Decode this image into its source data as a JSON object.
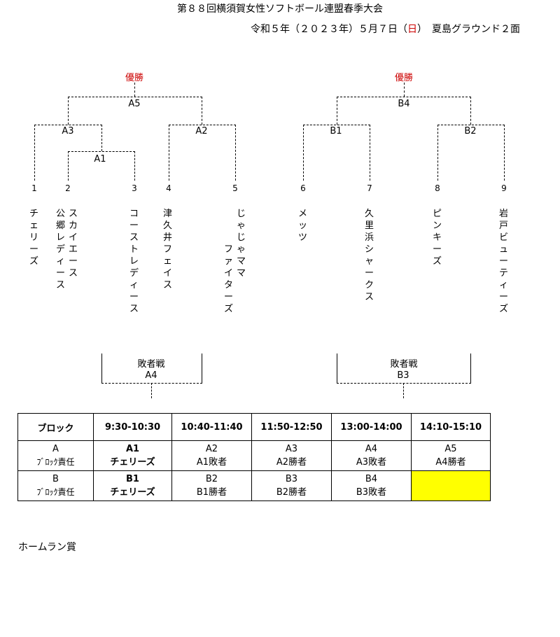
{
  "header": {
    "title": "第８８回横須賀女性ソフトボール連盟春季大会",
    "date_prefix": "令和５年（２０２３年）５月７日（",
    "date_day": "日",
    "date_suffix": "）　夏島グラウンド２面"
  },
  "bracket": {
    "winner_label": "優勝",
    "losers_label": "敗者戦",
    "games": {
      "A1": "A1",
      "A2": "A2",
      "A3": "A3",
      "A4": "A4",
      "A5": "A5",
      "B1": "B1",
      "B2": "B2",
      "B3": "B3",
      "B4": "B4"
    },
    "teams": [
      {
        "num": "1",
        "name": "チェリーズ"
      },
      {
        "num": "2",
        "name1": "スカイエース",
        "name2": "公郷レディース"
      },
      {
        "num": "3",
        "name": "コーストレディース"
      },
      {
        "num": "4",
        "name": "津久井フェイス"
      },
      {
        "num": "5",
        "name1": "じゃじゃママ",
        "name2": "ファイターズ"
      },
      {
        "num": "6",
        "name": "メッツ"
      },
      {
        "num": "7",
        "name": "久里浜シャークス"
      },
      {
        "num": "8",
        "name": "ピンキーズ"
      },
      {
        "num": "9",
        "name": "岩戸ビューティーズ"
      }
    ]
  },
  "schedule": {
    "headers": [
      "ブロック",
      "9:30-10:30",
      "10:40-11:40",
      "11:50-12:50",
      "13:00-14:00",
      "14:10-15:10"
    ],
    "rows": [
      {
        "block": "A",
        "duty": "ﾌﾞﾛｯｸ責任",
        "cells": [
          {
            "game": "A1",
            "detail": "チェリーズ",
            "bold": true
          },
          {
            "game": "A2",
            "detail": "A1敗者",
            "bold": false
          },
          {
            "game": "A3",
            "detail": "A2勝者",
            "bold": false
          },
          {
            "game": "A4",
            "detail": "A3敗者",
            "bold": false
          },
          {
            "game": "A5",
            "detail": "A4勝者",
            "bold": false
          }
        ]
      },
      {
        "block": "B",
        "duty": "ﾌﾞﾛｯｸ責任",
        "cells": [
          {
            "game": "B1",
            "detail": "チェリーズ",
            "bold": true
          },
          {
            "game": "B2",
            "detail": "B1勝者",
            "bold": false
          },
          {
            "game": "B3",
            "detail": "B2勝者",
            "bold": false
          },
          {
            "game": "B4",
            "detail": "B3敗者",
            "bold": false
          }
        ]
      }
    ],
    "highlight_color": "#ffff00"
  },
  "footer": {
    "homerun_label": "ホームラン賞"
  }
}
